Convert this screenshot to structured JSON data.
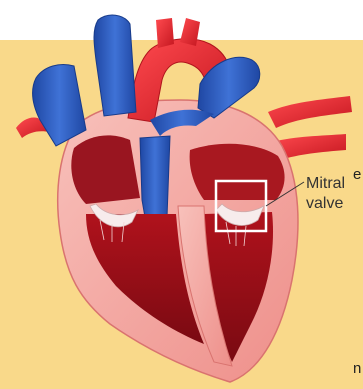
{
  "annotation": {
    "line1": "Mitral",
    "line2": "valve"
  },
  "cropped_text": {
    "left_top": "e",
    "left_bottom": "n"
  },
  "colors": {
    "background": "#f9d98a",
    "artery": "#e8303a",
    "vein": "#2f5db8",
    "chamber": "#a01820",
    "wall": "#f3a6a0",
    "highlight_box": "#ffffff"
  }
}
